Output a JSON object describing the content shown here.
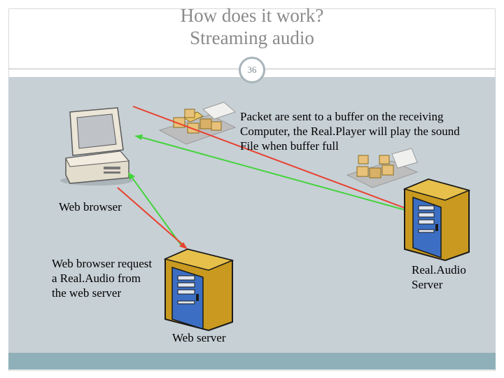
{
  "slide": {
    "title_line1": "How does it work?",
    "title_line2": "Streaming audio",
    "slide_number": "36"
  },
  "labels": {
    "packet_note_line1": "Packet are sent to a buffer on the receiving",
    "packet_note_line2": "Computer, the Real.Player will play the sound",
    "packet_note_line3": "File when buffer full",
    "web_browser": "Web browser",
    "request_line1": "Web browser request",
    "request_line2": "a Real.Audio from",
    "request_line3": "the web server",
    "realaudio_line1": "Real.Audio",
    "realaudio_line2": "Server",
    "web_server": "Web server"
  },
  "colors": {
    "background": "#c7d0d5",
    "footer": "#8fb0b8",
    "request_arrow": "#e8412f",
    "response_arrow": "#44d33c",
    "server_case": "#c99a1f",
    "server_front": "#3c6fc4"
  }
}
